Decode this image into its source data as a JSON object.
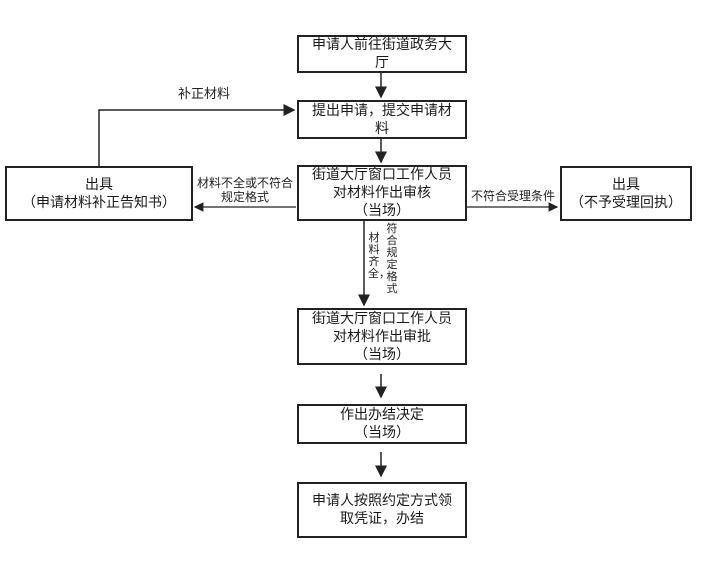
{
  "nodes": {
    "visit_hall": {
      "lines": [
        "申请人前往街道政务大",
        "厅"
      ]
    },
    "submit": {
      "lines": [
        "提出申请，提交申请材",
        "料"
      ]
    },
    "review": {
      "lines": [
        "街道大厅窗口工作人员",
        "对材料作出审核",
        "（当场）"
      ]
    },
    "supplement_notice": {
      "lines": [
        "出具",
        "（申请材料补正告知书）"
      ]
    },
    "reject_receipt": {
      "lines": [
        "出具",
        "（不予受理回执）"
      ]
    },
    "approve": {
      "lines": [
        "街道大厅窗口工作人员",
        "对材料作出审批",
        "（当场）"
      ]
    },
    "decision": {
      "lines": [
        "作出办结决定",
        "（当场）"
      ]
    },
    "collect": {
      "lines": [
        "申请人按照约定方式领",
        "取凭证，办结"
      ]
    }
  },
  "edges": {
    "supplement_label": "补正材料",
    "incomplete_label": [
      "材料不全或不符合",
      "规定格式"
    ],
    "not_accepted_label": "不符合受理条件",
    "complete_label_col1": "材料齐全，",
    "complete_label_col2": "符合规定格式"
  },
  "colors": {
    "line": "#222222",
    "box_border": "#222222"
  }
}
